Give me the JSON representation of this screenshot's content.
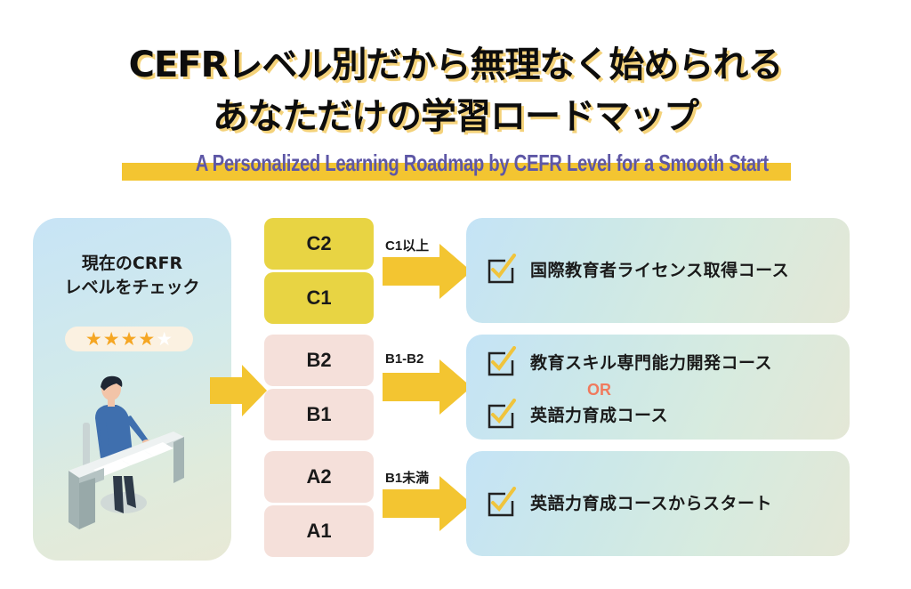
{
  "header": {
    "title_line1": "CEFRレベル別だから無理なく始められる",
    "title_line2": "あなただけの学習ロードマップ",
    "subtitle": "A Personalized Learning Roadmap by CEFR Level for a Smooth Start"
  },
  "left_panel": {
    "title_line1": "現在のCRFR",
    "title_line2": "レベルをチェック",
    "rating": {
      "value": 4,
      "max": 5
    },
    "illustration": "person-at-desk"
  },
  "levels": [
    {
      "group": "C",
      "items": [
        "C2",
        "C1"
      ],
      "arrow_label": "C1以上",
      "color": "#e8d443"
    },
    {
      "group": "B",
      "items": [
        "B2",
        "B1"
      ],
      "arrow_label": "B1-B2",
      "color": "#f5e0da"
    },
    {
      "group": "A",
      "items": [
        "A2",
        "A1"
      ],
      "arrow_label": "B1未満",
      "color": "#f5e0da"
    }
  ],
  "courses": [
    {
      "items": [
        "国際教育者ライセンス取得コース"
      ]
    },
    {
      "items": [
        "教育スキル専門能力開発コース",
        "英語力育成コース"
      ],
      "separator": "OR"
    },
    {
      "items": [
        "英語力育成コースからスタート"
      ]
    }
  ],
  "colors": {
    "arrow": "#f3c531",
    "subtitle_text": "#5e57a6",
    "subtitle_band": "#f3c531",
    "or_text": "#f07a5d",
    "star_on": "#f5a623"
  }
}
